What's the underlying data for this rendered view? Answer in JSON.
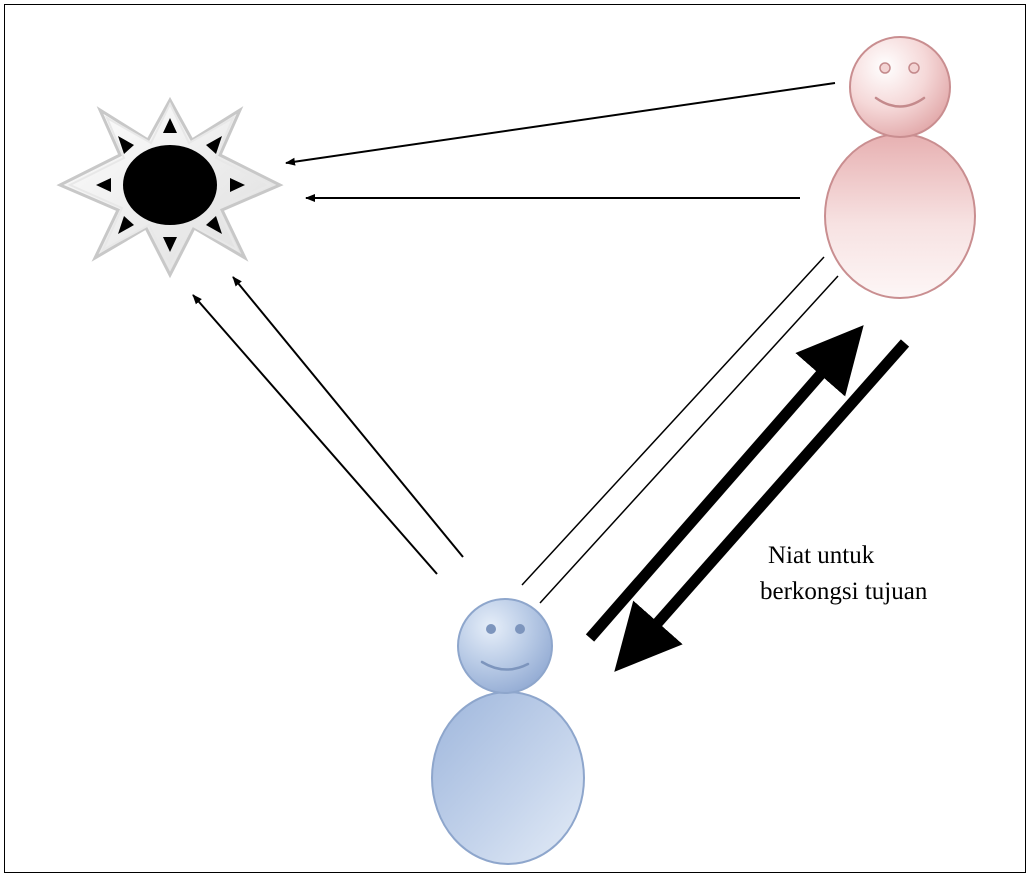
{
  "caption": {
    "line1": "Niat untuk",
    "line2": "berkongsi tujuan"
  },
  "figures": {
    "object": "sun-star-icon",
    "person_a": "pink-person-figure",
    "person_b": "blue-person-figure"
  },
  "colors": {
    "pink_body": "#e9b6b7",
    "pink_edge": "#c98e90",
    "blue_body": "#a8bfe0",
    "blue_edge": "#8ea6cc",
    "star_fill": "#f4f4f4",
    "star_edge": "#c8c8c8",
    "black": "#000000"
  }
}
